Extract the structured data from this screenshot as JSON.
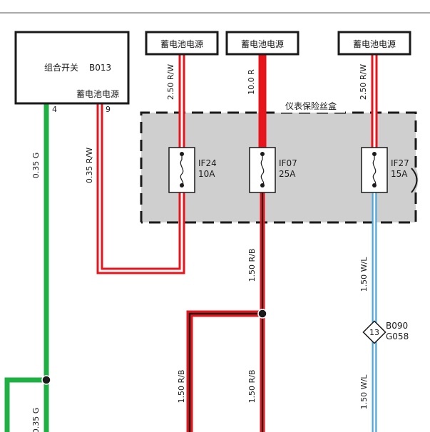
{
  "colors": {
    "red": "#e8141b",
    "green": "#1fb043",
    "light_blue": "#4aa8dc",
    "fuse_box_fill": "#cfcfcf",
    "ink": "#1a1a1a"
  },
  "switch": {
    "name": "组合开关",
    "code": "B013",
    "sub_label": "蓄电池电源",
    "pin_left": "4",
    "pin_right": "9"
  },
  "power_sources": [
    {
      "label": "蓄电池电源"
    },
    {
      "label": "蓄电池电源"
    },
    {
      "label": "蓄电池电源"
    }
  ],
  "fuse_box": {
    "title": "仪表保险丝盒"
  },
  "fuses": [
    {
      "id": "IF24",
      "rating": "10A"
    },
    {
      "id": "IF07",
      "rating": "25A"
    },
    {
      "id": "IF27",
      "rating": "15A"
    }
  ],
  "wires": {
    "green_main": "0.35 G",
    "green_branch": "0.35 G",
    "switch_pin9": "0.35 R/W",
    "src1": "2.50 R/W",
    "src2": "10.0 R",
    "src3": "2.50 R/W",
    "if07_out": "1.50 R/B",
    "if07_down": "1.50 R/B",
    "rb_branch": "1.50 R/B",
    "if27_out": "1.50 W/L",
    "if27_down": "1.50 W/L"
  },
  "connector": {
    "number": "13",
    "line1": "B090",
    "line2": "G058"
  }
}
